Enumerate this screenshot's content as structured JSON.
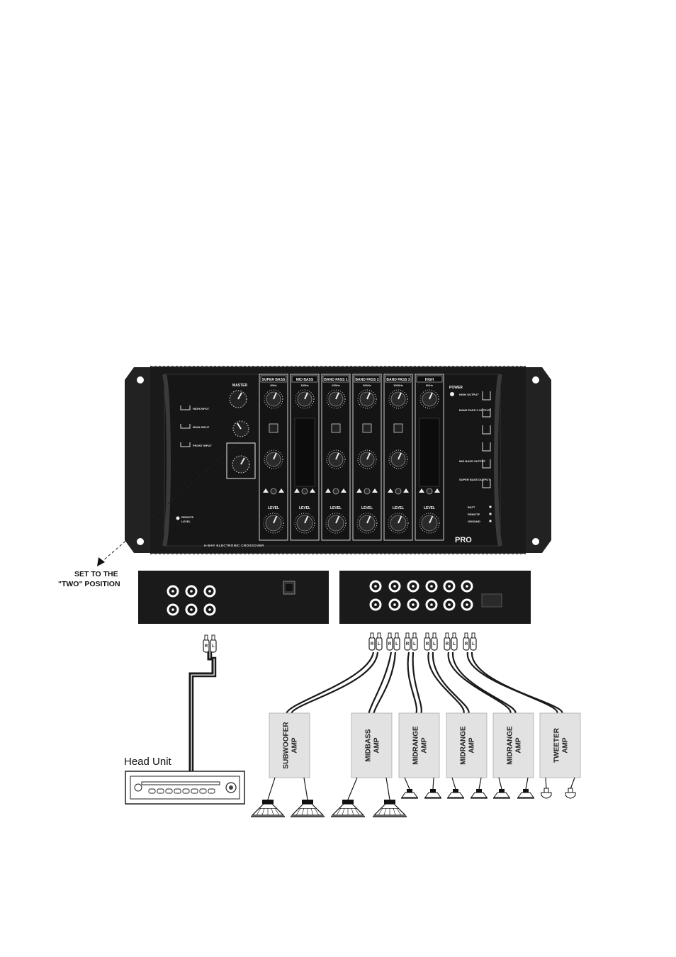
{
  "crossover": {
    "title": "6-WAY ELECTRONIC CROSSOVER",
    "brand": "PRO",
    "power_label": "POWER",
    "remote_label": "REMOTE",
    "remote_sub": "LEVEL",
    "left_inputs": [
      "HIGH INPUT",
      "MAIN INPUT",
      "FRONT INPUT"
    ],
    "channels": [
      {
        "name": "SUPER BASS",
        "freq": "80Hz",
        "bottom": "LEVEL"
      },
      {
        "name": "MID BASS",
        "freq": "150Hz",
        "bottom": "LEVEL"
      },
      {
        "name": "BAND PASS 1",
        "freq": "250Hz",
        "bottom": "LEVEL"
      },
      {
        "name": "BAND PASS 2",
        "freq": "500Hz",
        "bottom": "LEVEL"
      },
      {
        "name": "BAND PASS 3",
        "freq": "1500Hz",
        "bottom": "LEVEL"
      },
      {
        "name": "HIGH",
        "freq": "5KHz",
        "bottom": "LEVEL"
      }
    ],
    "master_label": "MASTER",
    "right_outputs": [
      "HIGH OUTPUT",
      "BAND PASS 3 OUTPUT",
      "MID BASS OUTPUT",
      "SUPER BASS OUTPUT"
    ],
    "right_small": [
      "BATT",
      "REMOTE",
      "GROUND"
    ]
  },
  "callout": {
    "line1": "SET TO THE",
    "line2": "\"TWO\" POSITION"
  },
  "head_unit": {
    "label": "Head Unit"
  },
  "plug_letters": {
    "r": "R",
    "l": "L"
  },
  "amps": [
    {
      "line1": "SUBWOOFER",
      "line2": "AMP",
      "speaker": "woofer"
    },
    {
      "line1": "MIDBASS",
      "line2": "AMP",
      "speaker": "woofer"
    },
    {
      "line1": "MIDRANGE",
      "line2": "AMP",
      "speaker": "mid"
    },
    {
      "line1": "MIDRANGE",
      "line2": "AMP",
      "speaker": "mid"
    },
    {
      "line1": "MIDRANGE",
      "line2": "AMP",
      "speaker": "mid"
    },
    {
      "line1": "TWEETER",
      "line2": "AMP",
      "speaker": "tweeter"
    }
  ],
  "colors": {
    "panel": "#1a1a1a",
    "panel_edge": "#3a3a3a",
    "amp_box": "#e2e2e2",
    "wire": "#1a1a1a"
  }
}
